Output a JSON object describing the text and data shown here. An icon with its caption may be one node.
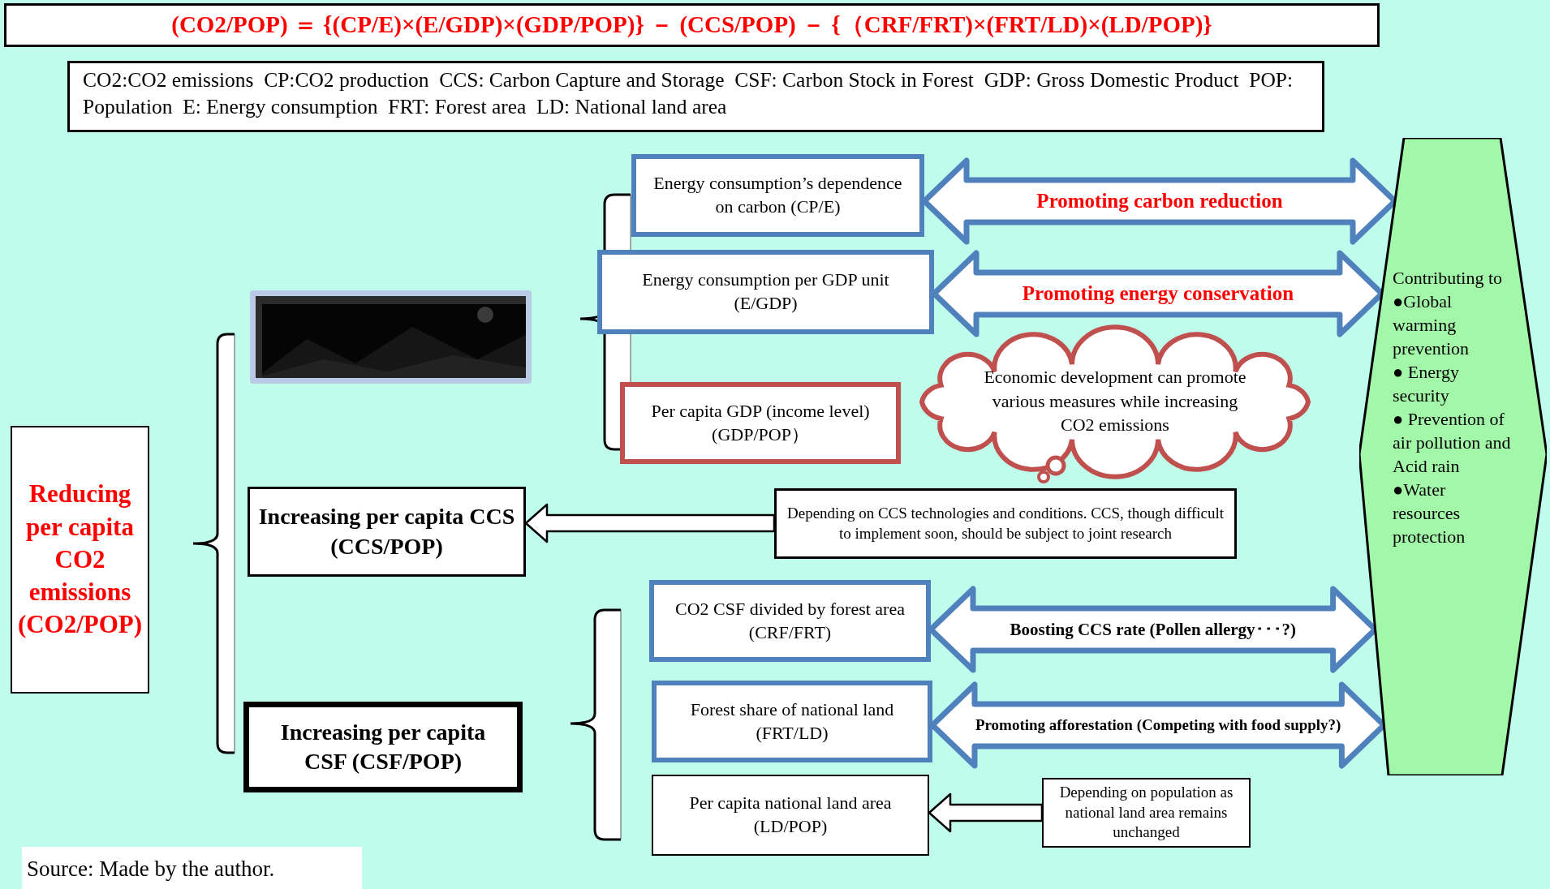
{
  "diagram": {
    "title": "(CO2/POP) ＝ {(CP/E)×(E/GDP)×(GDP/POP)} － (CCS/POP) － {（CRF/FRT)×(FRT/LD)×(LD/POP)}",
    "caption": "Source: Made by the author.",
    "labels": [
      "CO2:CO2 emissions  CP:CO2 production  CCS: Carbon Capture and Storage  CSF: Carbon Stock in Forest  GDP: Gross Domestic Product  POP: Population  E: Energy consumption  FRT: Forest area  LD: National land area"
    ],
    "nodes": [
      {
        "text": [
          "Reducing per capita CO2 emissions (CO2/POP)"
        ]
      },
      {
        "text": [],
        "shape": "picture"
      },
      {
        "text": [
          "Energy consumption’s dependence on carbon (CP/E)"
        ]
      },
      {
        "text": [
          "Energy consumption per GDP unit (E/GDP)"
        ]
      },
      {
        "text": [
          "Per capita GDP (income level) (GDP/POP）"
        ]
      },
      {
        "text": [
          "Economic development can promote various measures while increasing CO2 emissions"
        ]
      },
      {
        "text": [
          "Contributing to",
          "●Global warming prevention",
          "● Energy security",
          "● Prevention of air pollution and Acid rain",
          "●Water resources protection"
        ]
      },
      {
        "text": [
          "Increasing per capita CCS (CCS/POP)"
        ]
      },
      {
        "text": [
          "Depending on CCS technologies and conditions. CCS, though difficult to implement soon, should be subject to joint research"
        ]
      },
      {
        "text": [
          "CO2 CSF divided by forest area (CRF/FRT)"
        ]
      },
      {
        "text": [
          "Increasing per capita CSF (CSF/POP)"
        ]
      },
      {
        "text": [
          "Forest share of national land (FRT/LD)"
        ]
      },
      {
        "text": [
          "Per capita national land area (LD/POP)"
        ]
      },
      {
        "text": [
          "Depending on population as national land area remains unchanged"
        ]
      }
    ],
    "edges": [
      {
        "from": 2,
        "to": 6,
        "arrow": "both",
        "label": "Promoting carbon reduction"
      },
      {
        "from": 3,
        "to": 6,
        "arrow": "both",
        "label": "Promoting energy conservation"
      },
      {
        "from": 8,
        "to": 7,
        "arrow": "to",
        "color": "#000000"
      },
      {
        "from": 9,
        "to": 6,
        "arrow": "both",
        "label": "Boosting CCS rate (Pollen allergy･･･?)"
      },
      {
        "from": 11,
        "to": 6,
        "arrow": "both",
        "label": "Promoting afforestation (Competing with food supply?)"
      },
      {
        "from": 13,
        "to": 12,
        "arrow": "to",
        "color": "#000000"
      }
    ]
  }
}
